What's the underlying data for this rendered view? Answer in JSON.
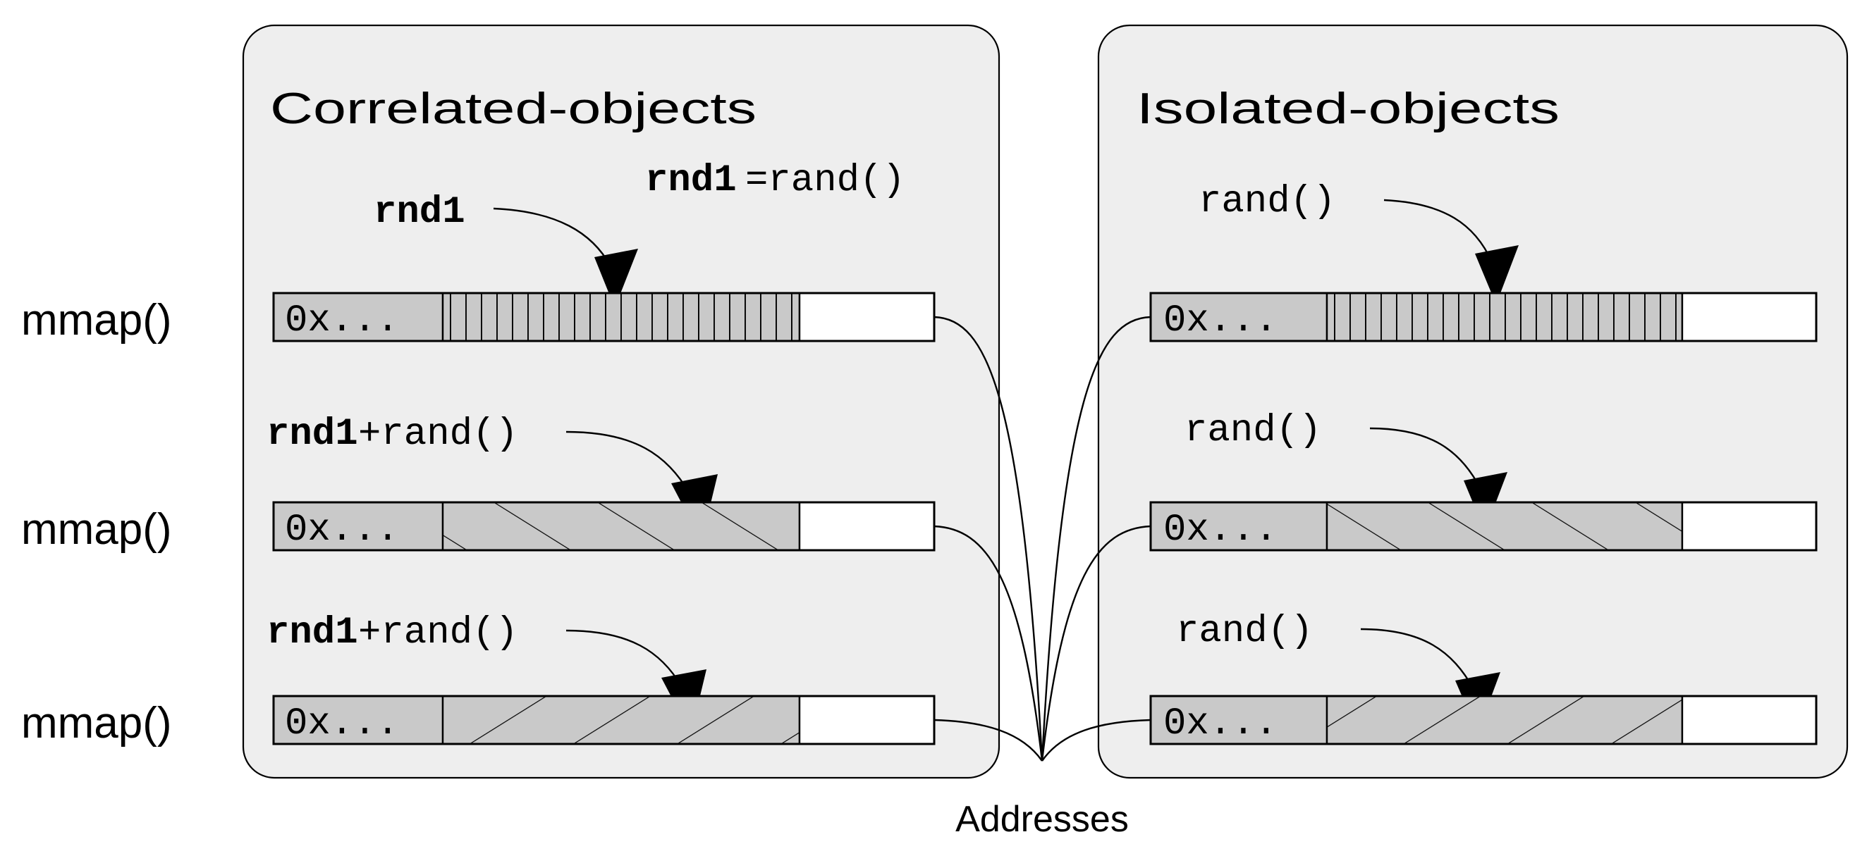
{
  "diagram": {
    "title_hidden": "",
    "bottom_label": "Addresses",
    "row_labels": [
      "mmap()",
      "mmap()",
      "mmap()"
    ],
    "panels": [
      {
        "id": "correlated",
        "title": "Correlated-objects",
        "header_note_bold": "rnd1",
        "header_note_rest": "=rand()",
        "rows": [
          {
            "callout_bold": "rnd1",
            "callout_rest": "",
            "address_text": "0x...",
            "fill_pattern": "vertical-stripes"
          },
          {
            "callout_bold": "rnd1",
            "callout_rest": "+rand()",
            "address_text": "0x...",
            "fill_pattern": "diagonal-forward"
          },
          {
            "callout_bold": "rnd1",
            "callout_rest": "+rand()",
            "address_text": "0x...",
            "fill_pattern": "diagonal-backward"
          }
        ]
      },
      {
        "id": "isolated",
        "title": "Isolated-objects",
        "header_note_bold": "",
        "header_note_rest": "",
        "rows": [
          {
            "callout_bold": "",
            "callout_rest": "rand()",
            "address_text": "0x...",
            "fill_pattern": "vertical-stripes"
          },
          {
            "callout_bold": "",
            "callout_rest": "rand()",
            "address_text": "0x...",
            "fill_pattern": "diagonal-forward"
          },
          {
            "callout_bold": "",
            "callout_rest": "rand()",
            "address_text": "0x...",
            "fill_pattern": "diagonal-backward"
          }
        ]
      }
    ],
    "colors": {
      "panel_fill": "#eeeeee",
      "address_fill": "#c9c9c9",
      "hatch_fill": "#c9c9c9",
      "empty_fill": "#ffffff",
      "stroke": "#000000",
      "background": "#ffffff"
    }
  }
}
